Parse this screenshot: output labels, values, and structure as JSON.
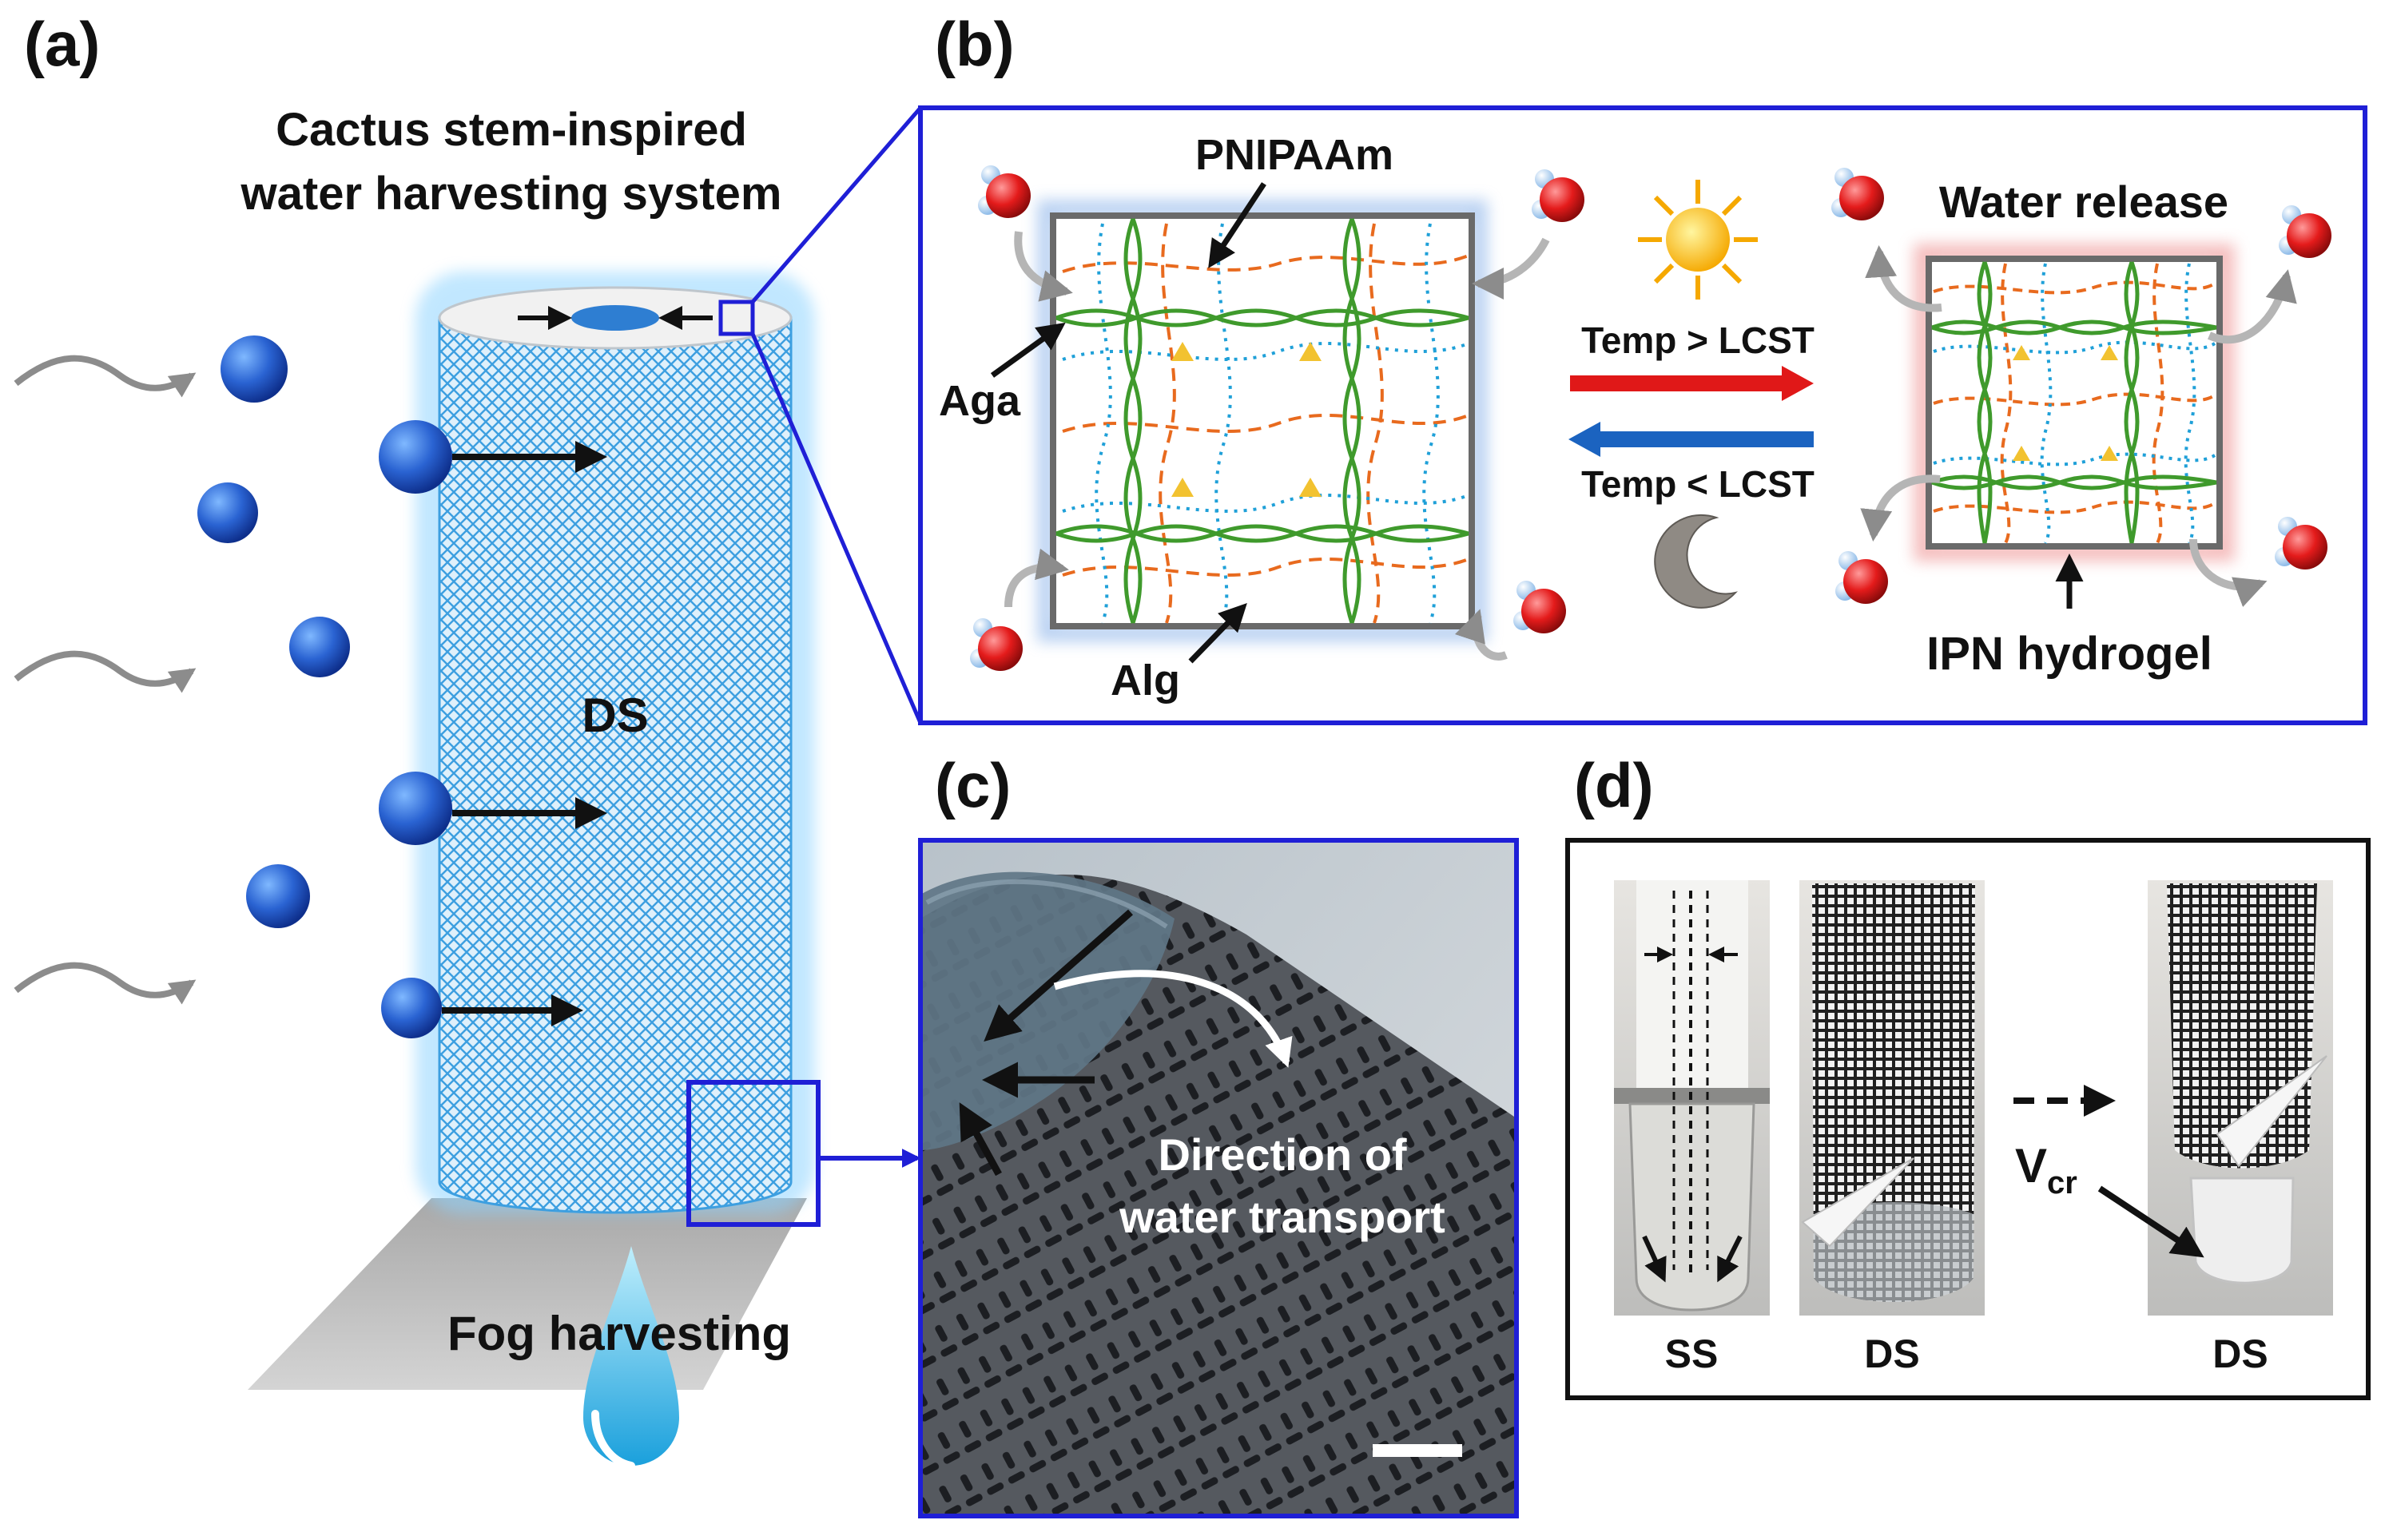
{
  "panel_labels": {
    "a": "(a)",
    "b": "(b)",
    "c": "(c)",
    "d": "(d)"
  },
  "panel_a": {
    "title_line1": "Cactus stem-inspired",
    "title_line2": "water harvesting system",
    "center_label": "DS",
    "bottom_label": "Fog harvesting"
  },
  "panel_b": {
    "label_pnipaam": "PNIPAAm",
    "label_aga": "Aga",
    "label_alg": "Alg",
    "label_heat": "Temp > LCST",
    "label_cool": "Temp < LCST",
    "label_release": "Water release",
    "label_ipn": "IPN hydrogel"
  },
  "panel_c": {
    "caption_line1": "Direction of",
    "caption_line2": "water transport"
  },
  "panel_d": {
    "label_ss": "SS",
    "label_ds1": "DS",
    "label_ds2": "DS",
    "label_vcr_main": "V",
    "label_vcr_sub": "cr"
  },
  "colors": {
    "frame_blue": "#1f1fd6",
    "mesh_blue": "#3d9fe0",
    "droplet_blue": "#1e5fc8",
    "agarose_green": "#3f9a2c",
    "pnipaam_blue": "#1fa0d8",
    "alg_orange": "#e86a1e",
    "heat_arrow": "#e01818",
    "cool_arrow": "#1b63c0",
    "hydrogel_glow_cool": "#8fb6ea",
    "hydrogel_glow_warm": "#f1a4a4"
  },
  "icons": [
    "sun-icon",
    "moon-icon",
    "water-molecule-icon",
    "water-drop-icon",
    "wind-arrow-icon"
  ]
}
